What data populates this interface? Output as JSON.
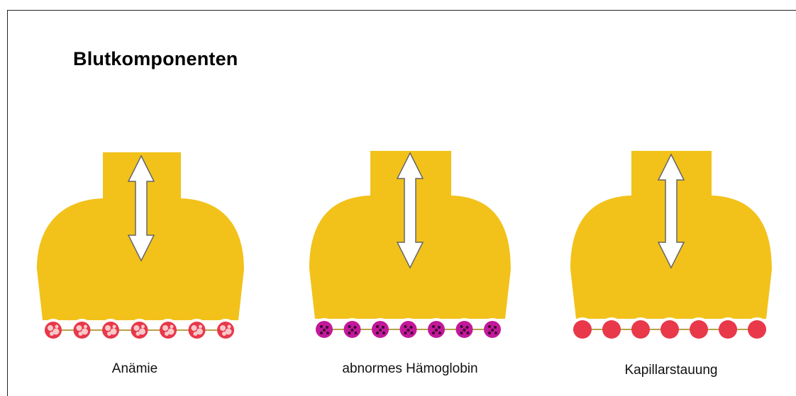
{
  "title": "Blutkomponenten",
  "colors": {
    "alveolus": "#f2c21b",
    "arrow_fill": "#ffffff",
    "arrow_stroke": "#666666",
    "capillary_line": "#b7a24a",
    "cell_red": "#e8384a",
    "cell_pale": "#f8c8c8",
    "cell_magenta": "#c2189a",
    "cell_dot": "#3a0a30"
  },
  "panels": [
    {
      "id": "anaemia",
      "caption": "Anämie",
      "cell_style": "pale-spotted",
      "cell_count": 7
    },
    {
      "id": "abnormal-hb",
      "caption": "abnormes Hämoglobin",
      "cell_style": "magenta-dotted",
      "cell_count": 7
    },
    {
      "id": "congestion",
      "caption": "Kapillarstauung",
      "cell_style": "solid-red",
      "cell_count": 7
    }
  ]
}
